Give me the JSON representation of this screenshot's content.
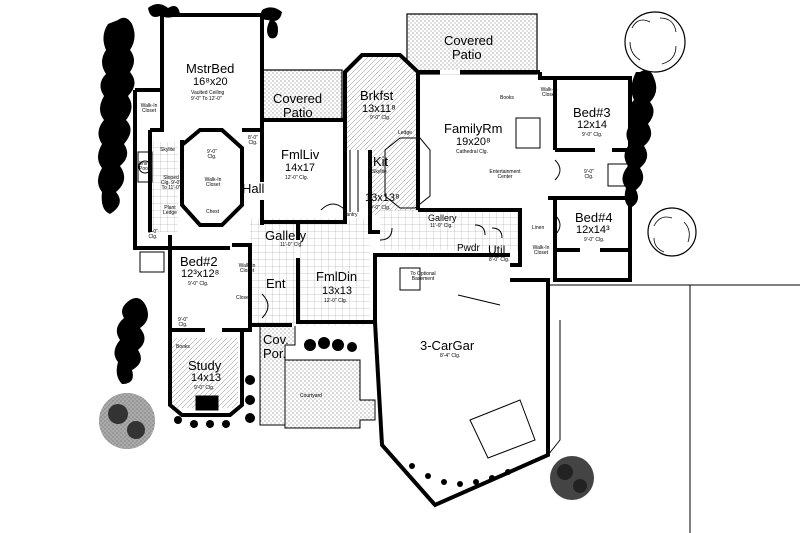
{
  "rooms": {
    "mstr_bed": {
      "name": "MstrBed",
      "size": "16⁸x20",
      "note1": "Vaulted Ceiling",
      "note2": "9'-0\" To 12'-0\""
    },
    "covered_patio_left": {
      "line1": "Covered",
      "line2": "Patio"
    },
    "covered_patio_top": {
      "line1": "Covered",
      "line2": "Patio"
    },
    "brkfst": {
      "name": "Brkfst",
      "size": "13x11⁸",
      "note": "9'-0\" Clg."
    },
    "family_rm": {
      "name": "FamilyRm",
      "size": "19x20⁸",
      "note": "Cathedral Clg."
    },
    "bed3": {
      "name": "Bed#3",
      "size": "12x14",
      "note": "9'-0\" Clg."
    },
    "bed4": {
      "name": "Bed#4",
      "size": "12x14³",
      "note": "9'-0\" Clg."
    },
    "fml_liv": {
      "name": "FmlLiv",
      "size": "14x17",
      "note": "12'-0\" Clg."
    },
    "kit": {
      "name": "Kit",
      "size": "13x13⁸",
      "note": "9'-0\" Clg."
    },
    "hall": {
      "name": "Hall"
    },
    "gallery_main": {
      "name": "Gallery",
      "note": "11'-0\" Clg."
    },
    "gallery_small": {
      "name": "Gallery",
      "note": "11'-0\" Clg."
    },
    "bed2": {
      "name": "Bed#2",
      "size": "12³x12⁸",
      "note": "9'-0\" Clg."
    },
    "ent": {
      "name": "Ent"
    },
    "fml_din": {
      "name": "FmlDin",
      "size": "13x13",
      "note": "12'-0\" Clg."
    },
    "pwdr": {
      "name": "Pwdr"
    },
    "util": {
      "name": "Util",
      "note": "8'-0\" Clg."
    },
    "cov_por": {
      "line1": "Cov.",
      "line2": "Por."
    },
    "study": {
      "name": "Study",
      "size": "14x13",
      "note": "9'-0\" Clg."
    },
    "garage": {
      "name": "3-CarGar",
      "note": "8'-4\" Clg."
    },
    "courtyard": {
      "name": "Courtyard"
    }
  },
  "notes": {
    "walk_in_closet_master": "Walk-In Closet",
    "walk_in_closet_center": "Walk-In Closet",
    "walk_in_closet_bed2": "Walk-In Closet",
    "walk_in_closet_bed3": "Walk-In Closet",
    "walk_in_closet_bed4": "Walk-In Closet",
    "whirlpool": "Whirl-Pool",
    "sloped_clg": "Sloped Clg. 9'-0\" To 11'-0\"",
    "plant_ledge": "Plant Ledge",
    "chest": "Chest",
    "books_fam": "Books",
    "books_study": "Books",
    "ledge": "Ledge",
    "skylite": "Skylite",
    "skylite_bath": "Skylite",
    "entertainment": "Entertainment Center",
    "linen": "Linen",
    "pantry": "Pantry",
    "to_basement": "To Optional Basement",
    "closet": "Closet",
    "clg_8": "8'-0\" Clg.",
    "clg_9a": "9'-0\" Clg.",
    "clg_9b": "9'-0\" Clg.",
    "clg_9c": "9'-0\" Clg.",
    "clg_9d": "9'-0\" Clg."
  }
}
